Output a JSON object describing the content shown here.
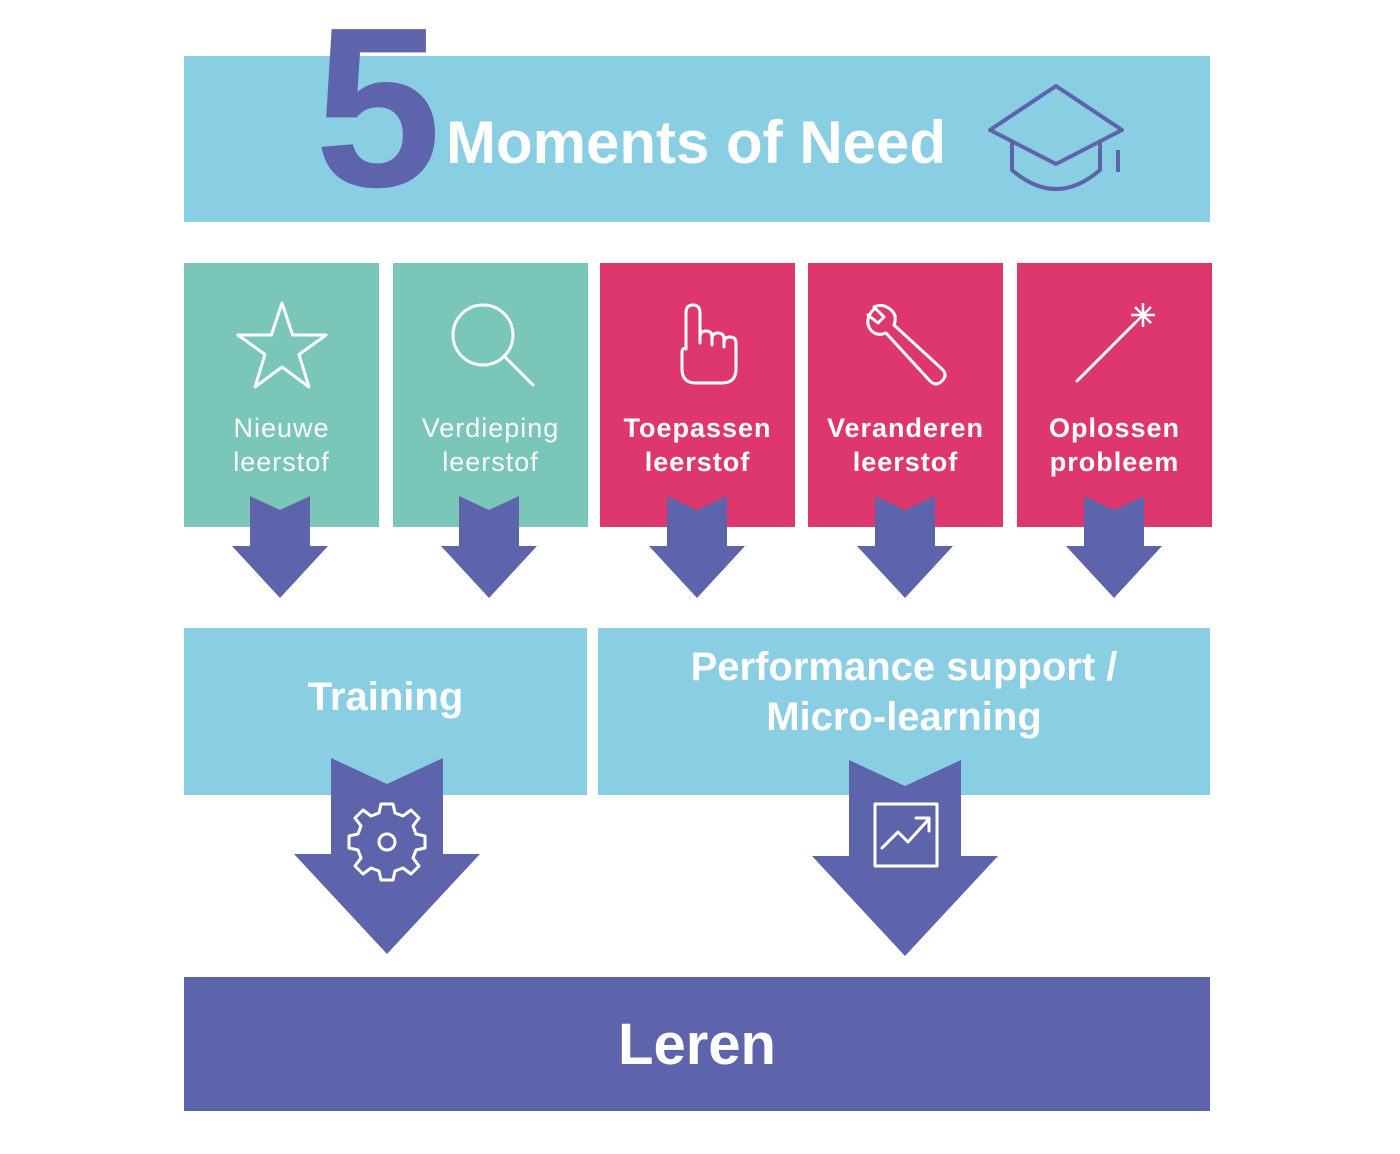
{
  "header": {
    "number": "5",
    "title": "Moments of Need",
    "icon": "graduation-cap-icon"
  },
  "moments": [
    {
      "line1": "Nieuwe",
      "line2": "leerstof",
      "icon": "star-icon",
      "color": "#7ac6b8"
    },
    {
      "line1": "Verdieping",
      "line2": "leerstof",
      "icon": "magnifier-icon",
      "color": "#7ac6b8"
    },
    {
      "line1": "Toepassen",
      "line2": "leerstof",
      "icon": "pointing-hand-icon",
      "color": "#de376d"
    },
    {
      "line1": "Veranderen",
      "line2": "leerstof",
      "icon": "wrench-icon",
      "color": "#de376d"
    },
    {
      "line1": "Oplossen",
      "line2": "probleem",
      "icon": "magic-wand-icon",
      "color": "#de376d"
    }
  ],
  "approaches": {
    "training": {
      "label": "Training",
      "icon": "gear-icon"
    },
    "performance": {
      "line1": "Performance support /",
      "line2": "Micro-learning",
      "icon": "growth-chart-icon"
    }
  },
  "result": {
    "label": "Leren"
  },
  "colors": {
    "light_blue": "#89cee3",
    "teal": "#7ac6b8",
    "pink": "#de376d",
    "purple": "#5e64ac",
    "white": "#ffffff"
  }
}
